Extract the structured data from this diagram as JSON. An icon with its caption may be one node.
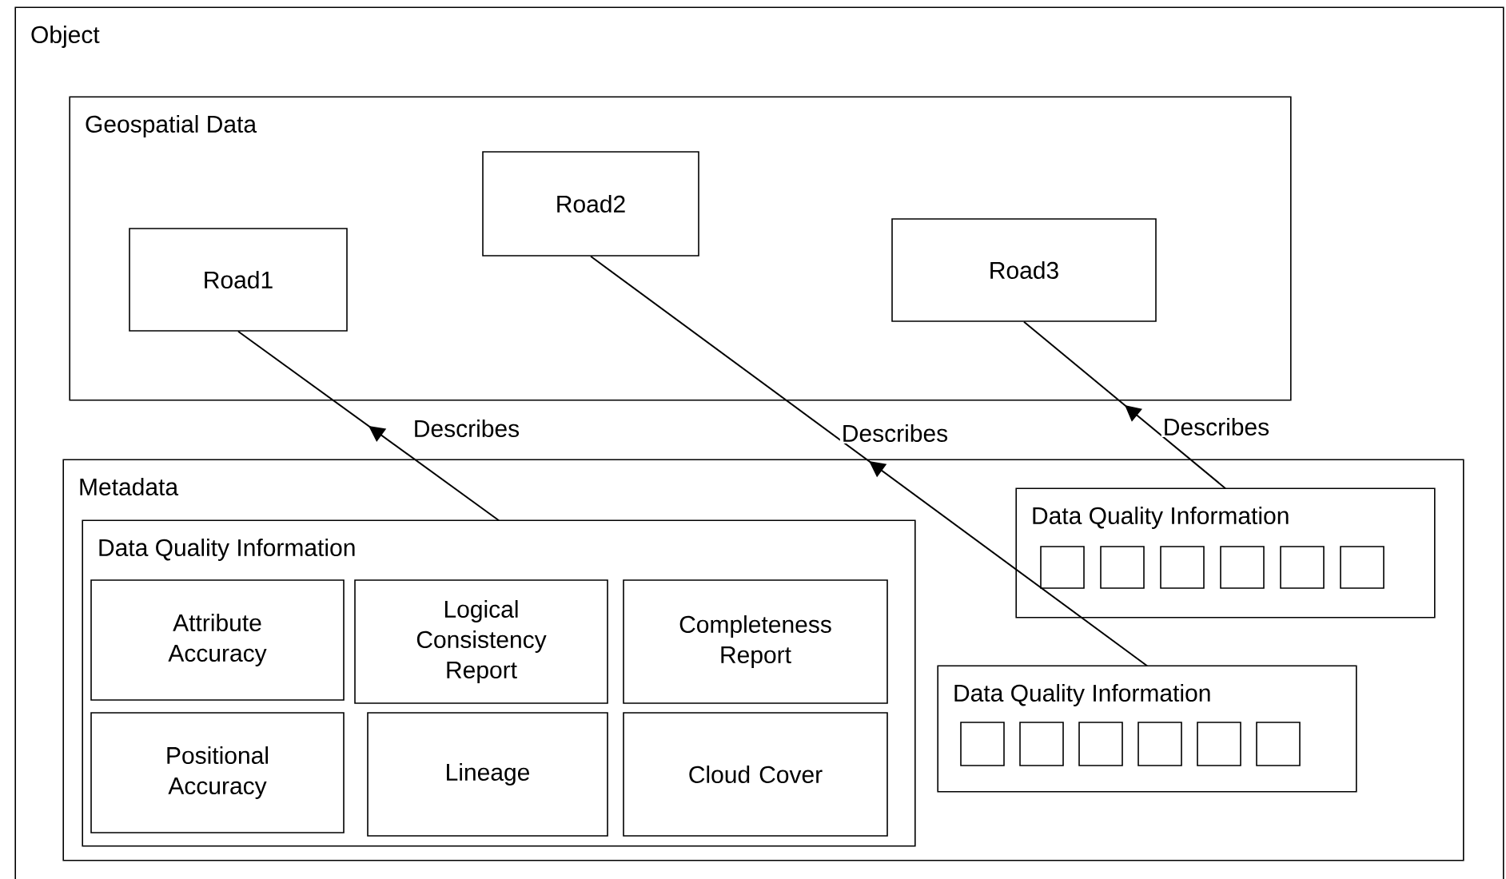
{
  "diagram": {
    "nodes": [
      {
        "text": [
          "Object"
        ]
      },
      {
        "text": [
          "Geospatial Data"
        ],
        "in": 0
      },
      {
        "text": [
          "Road1"
        ],
        "in": 1
      },
      {
        "text": [
          "Road2"
        ],
        "in": 1
      },
      {
        "text": [
          "Road3"
        ],
        "in": 1
      },
      {
        "text": [
          "Metadata"
        ],
        "in": 0
      },
      {
        "text": [
          "Data Quality Information"
        ],
        "in": 5
      },
      {
        "text": [
          "Attribute Accuracy"
        ],
        "in": 6
      },
      {
        "text": [
          "Logical Consistency Report"
        ],
        "in": 6
      },
      {
        "text": [
          "Completeness Report"
        ],
        "in": 6
      },
      {
        "text": [
          "Positional Accuracy"
        ],
        "in": 6
      },
      {
        "text": [
          "Lineage"
        ],
        "in": 6
      },
      {
        "text": [
          "Cloud Cover"
        ],
        "in": 6
      },
      {
        "text": [
          "Data Quality Information"
        ],
        "in": 5
      },
      {
        "text": [],
        "shape": "box",
        "in": 13
      },
      {
        "text": [],
        "shape": "box",
        "in": 13
      },
      {
        "text": [],
        "shape": "box",
        "in": 13
      },
      {
        "text": [],
        "shape": "box",
        "in": 13
      },
      {
        "text": [],
        "shape": "box",
        "in": 13
      },
      {
        "text": [],
        "shape": "box",
        "in": 13
      },
      {
        "text": [
          "Data Quality Information"
        ],
        "in": 5
      },
      {
        "text": [],
        "shape": "box",
        "in": 20
      },
      {
        "text": [],
        "shape": "box",
        "in": 20
      },
      {
        "text": [],
        "shape": "box",
        "in": 20
      },
      {
        "text": [],
        "shape": "box",
        "in": 20
      },
      {
        "text": [],
        "shape": "box",
        "in": 20
      },
      {
        "text": [],
        "shape": "box",
        "in": 20
      }
    ],
    "edges": [
      {
        "from": 6,
        "to": 2,
        "arrow": "to",
        "label": "Describes"
      },
      {
        "from": 20,
        "to": 3,
        "arrow": "to",
        "label": "Describes"
      },
      {
        "from": 13,
        "to": 4,
        "arrow": "to",
        "label": "Describes"
      }
    ]
  }
}
